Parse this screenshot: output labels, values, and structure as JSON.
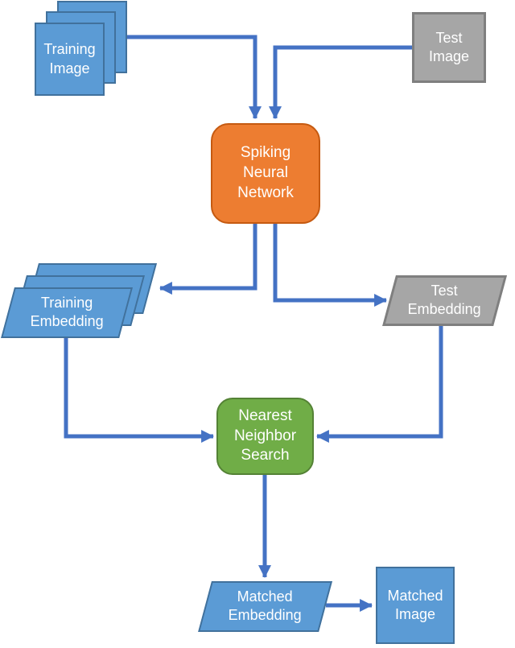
{
  "diagram": {
    "type": "flowchart",
    "nodes": {
      "training_image": {
        "label": "Training\nImage",
        "shape": "stacked-squares",
        "color": "blue"
      },
      "test_image": {
        "label": "Test\nImage",
        "shape": "square",
        "color": "gray"
      },
      "spiking_neural_network": {
        "label": "Spiking\nNeural\nNetwork",
        "shape": "rounded-rectangle",
        "color": "orange"
      },
      "training_embedding": {
        "label": "Training\nEmbedding",
        "shape": "stacked-parallelograms",
        "color": "blue"
      },
      "test_embedding": {
        "label": "Test\nEmbedding",
        "shape": "parallelogram",
        "color": "gray"
      },
      "nearest_neighbor_search": {
        "label": "Nearest\nNeighbor\nSearch",
        "shape": "rounded-rectangle",
        "color": "green"
      },
      "matched_embedding": {
        "label": "Matched\nEmbedding",
        "shape": "parallelogram",
        "color": "blue"
      },
      "matched_image": {
        "label": "Matched\nImage",
        "shape": "square",
        "color": "blue"
      }
    },
    "edges": [
      {
        "from": "training_image",
        "to": "spiking_neural_network"
      },
      {
        "from": "test_image",
        "to": "spiking_neural_network"
      },
      {
        "from": "spiking_neural_network",
        "to": "training_embedding"
      },
      {
        "from": "spiking_neural_network",
        "to": "test_embedding"
      },
      {
        "from": "training_embedding",
        "to": "nearest_neighbor_search"
      },
      {
        "from": "test_embedding",
        "to": "nearest_neighbor_search"
      },
      {
        "from": "nearest_neighbor_search",
        "to": "matched_embedding"
      },
      {
        "from": "matched_embedding",
        "to": "matched_image"
      }
    ],
    "palette": {
      "node_blue_fill": "#5B9BD5",
      "node_blue_border": "#41719C",
      "node_gray_fill": "#A6A6A6",
      "node_gray_border": "#7F7F7F",
      "node_orange_fill": "#ED7D31",
      "node_orange_border": "#C55A11",
      "node_green_fill": "#70AD47",
      "node_green_border": "#548235",
      "connector_blue": "#4472C4",
      "label_text": "#FFFFFF",
      "background": "#FFFFFF"
    }
  }
}
